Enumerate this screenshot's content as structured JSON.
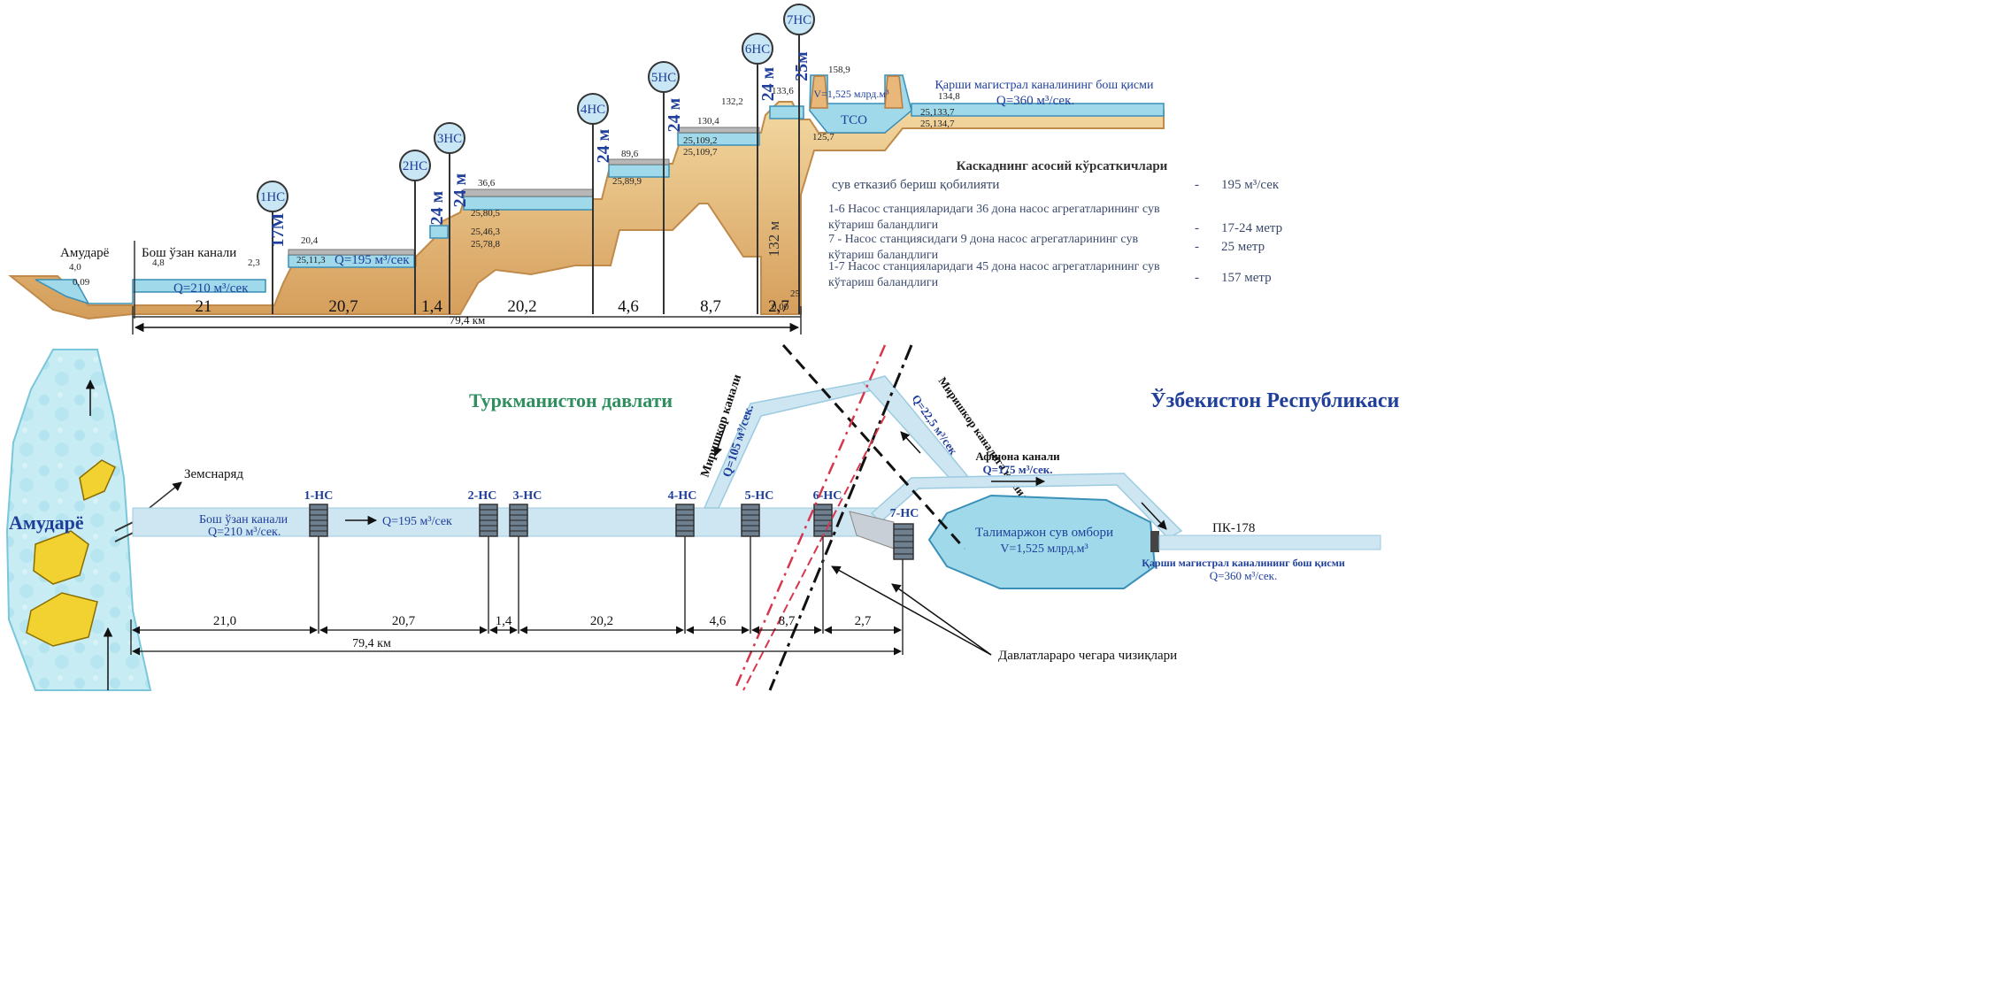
{
  "profile": {
    "river_label": "Амударё",
    "canal_label": "Бош ўзан канали",
    "stations": [
      {
        "label": "1НС",
        "lift": "17М"
      },
      {
        "label": "2НС",
        "lift": "24 м"
      },
      {
        "label": "3НС",
        "lift": "24 м"
      },
      {
        "label": "4НС",
        "lift": "24 м"
      },
      {
        "label": "5НС",
        "lift": "24 м"
      },
      {
        "label": "6НС",
        "lift": "24 м"
      },
      {
        "label": "7НС",
        "lift": "25м"
      }
    ],
    "flow_labels": [
      "Q=210 м³/сек",
      "Q=195 м³/сек"
    ],
    "reservoir_label": "ТСО",
    "reservoir_volume": "V=1,525 млрд.м³",
    "main_canal_label": "Қарши магистрал каналининг бош қисми",
    "main_canal_flow": "Q=360 м³/сек.",
    "total_lift": "132 м",
    "segments": [
      "21",
      "20,7",
      "1,4",
      "20,2",
      "4,6",
      "8,7",
      "2,7"
    ],
    "total_length": "79,4 км",
    "levels": [
      "4,0",
      "0,09",
      "4,8",
      "2,3",
      "20,4",
      "25,11,3",
      "36,6",
      "25,46,3",
      "25,78,8",
      "25,80,5",
      "89,6",
      "25,89,9",
      "130,4",
      "25,109,2",
      "25,109,7",
      "132,2",
      "133,6",
      "158,9",
      "134,8",
      "25,133,7",
      "25,134,7",
      "125,7",
      "0,00",
      "25"
    ]
  },
  "characteristics": {
    "title": "Каскаднинг асосий кўрсаткичлари",
    "rows": [
      {
        "label": "сув етказиб бериш қобилияти",
        "dash": "-",
        "value": "195 м³/сек"
      },
      {
        "label": "1-6 Насос станцияларидаги 36 дона насос агрегатларининг сув кўтариш баландлиги",
        "dash": "-",
        "value": "17-24 метр"
      },
      {
        "label": "7 - Насос станциясидаги 9 дона насос агрегатларининг сув кўтариш баландлиги",
        "dash": "-",
        "value": "25 метр"
      },
      {
        "label": "1-7 Насос станцияларидаги 45 дона насос агрегатларининг сув кўтариш баландлиги",
        "dash": "-",
        "value": "157 метр"
      }
    ]
  },
  "plan": {
    "country_left": "Туркманистон давлати",
    "country_right": "Ўзбекистон Республикаси",
    "river_label": "Амударё",
    "intake_label": "Земснаряд",
    "canal_label": "Бош ўзан канали",
    "canal_flow": "Q=210 м³/сек.",
    "canal_flow2": "Q=195 м³/сек",
    "stations": [
      "1-НС",
      "2-НС",
      "3-НС",
      "4-НС",
      "5-НС",
      "6-НС",
      "7-НС"
    ],
    "mirishkor_canal": "Миришкор канали",
    "mirishkor_flow": "Q=105 м³/сек.",
    "feeder_canal": "Миришкор каналига кўшилувчи канал",
    "feeder_flow": "Q=22,5 м³/сек",
    "afshona_canal": "Афшона канали",
    "afshona_flow": "Q=175 м³/сек.",
    "reservoir_label": "Талимаржон сув омбори",
    "reservoir_volume": "V=1,525 млрд.м³",
    "pk_label": "ПК-178",
    "karshi_label": "Қарши магистрал каналининг бош қисми",
    "karshi_flow": "Q=360 м³/сек.",
    "border_label": "Давлатлараро чегара чизиқлари",
    "segments": [
      "21,0",
      "20,7",
      "1,4",
      "20,2",
      "4,6",
      "8,7",
      "2,7"
    ],
    "total_length": "79,4 км"
  },
  "colors": {
    "water": "#9fd9ea",
    "water_dark": "#3a8fb8",
    "earth": "#d8a86a",
    "earth_light": "#f0d29a",
    "label_blue": "#1f3f9a",
    "country_green": "#2f8f5f",
    "station_circle": "#c9e6f4",
    "land": "#f2d230",
    "border_red": "#d6374e"
  }
}
